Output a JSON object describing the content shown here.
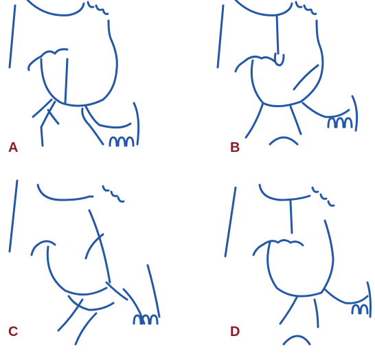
{
  "colors": {
    "line": "#2458a6",
    "label": "#8b1a2b",
    "background": "#ffffff"
  },
  "panels": [
    {
      "label": "A"
    },
    {
      "label": "B"
    },
    {
      "label": "C"
    },
    {
      "label": "D"
    }
  ]
}
